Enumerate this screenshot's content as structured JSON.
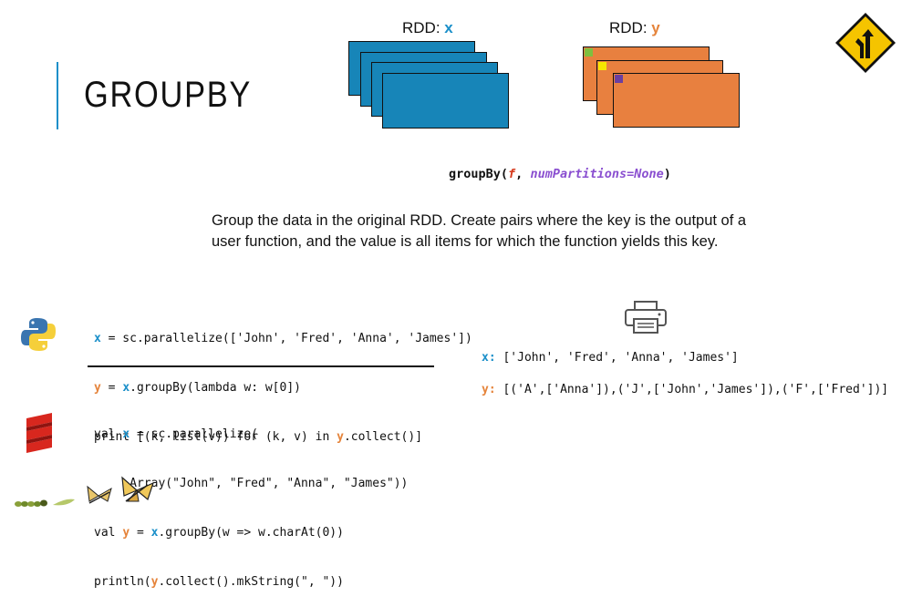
{
  "slide": {
    "title": "GROUPBY",
    "rdd_x": {
      "prefix": "RDD: ",
      "var": "x",
      "partitions": 4
    },
    "rdd_y": {
      "prefix": "RDD: ",
      "var": "y",
      "partitions": 3
    },
    "signature": {
      "fn": "groupBy(",
      "arg_f": "f",
      "sep": ", ",
      "arg_p": "numPartitions=None",
      "close": ")"
    },
    "description": "Group the data in the original RDD. Create pairs where the key is the output of a user function, and the value is all items for which the function yields this key.",
    "python_code": [
      {
        "var": "x",
        "rest": " = sc.parallelize(['John', 'Fred', 'Anna', 'James'])"
      },
      {
        "var": "y",
        "mid": " = ",
        "var2": "x",
        "rest": ".groupBy(lambda w: w[0])"
      },
      {
        "pre": "print [(k, list(v)) for (k, v) in ",
        "var": "y",
        "rest": ".collect()]"
      }
    ],
    "scala_code": [
      {
        "pre": "val ",
        "var": "x",
        "rest": " = sc.parallelize("
      },
      {
        "pre": "     Array(\"John\", \"Fred\", \"Anna\", \"James\"))"
      },
      {
        "pre": "val ",
        "var": "y",
        "mid": " = ",
        "var2": "x",
        "rest": ".groupBy(w => w.charAt(0))"
      },
      {
        "pre": "println(",
        "var": "y",
        "rest": ".collect().mkString(\", \"))"
      }
    ],
    "output": {
      "x_label": "x:",
      "x_value": " ['John', 'Fred', 'Anna', 'James']",
      "y_label": "y:",
      "y_value": " [('A',['Anna']),('J',['John','James']),('F',['Fred'])]"
    },
    "colors": {
      "accent": "#1a8fc9",
      "rdd_x_fill": "#1785b8",
      "rdd_y_fill": "#e8803f",
      "var_x": "#1a8fc9",
      "var_y": "#e5843b",
      "chip_green": "#7fbf3f",
      "chip_yellow": "#f5e600",
      "chip_purple": "#6b3fa0",
      "sign_yellow": "#f5c400"
    },
    "icons": [
      "merge-sign-icon",
      "printer-icon",
      "python-logo-icon",
      "scala-logo-icon",
      "butterfly-lifecycle-icon"
    ]
  }
}
